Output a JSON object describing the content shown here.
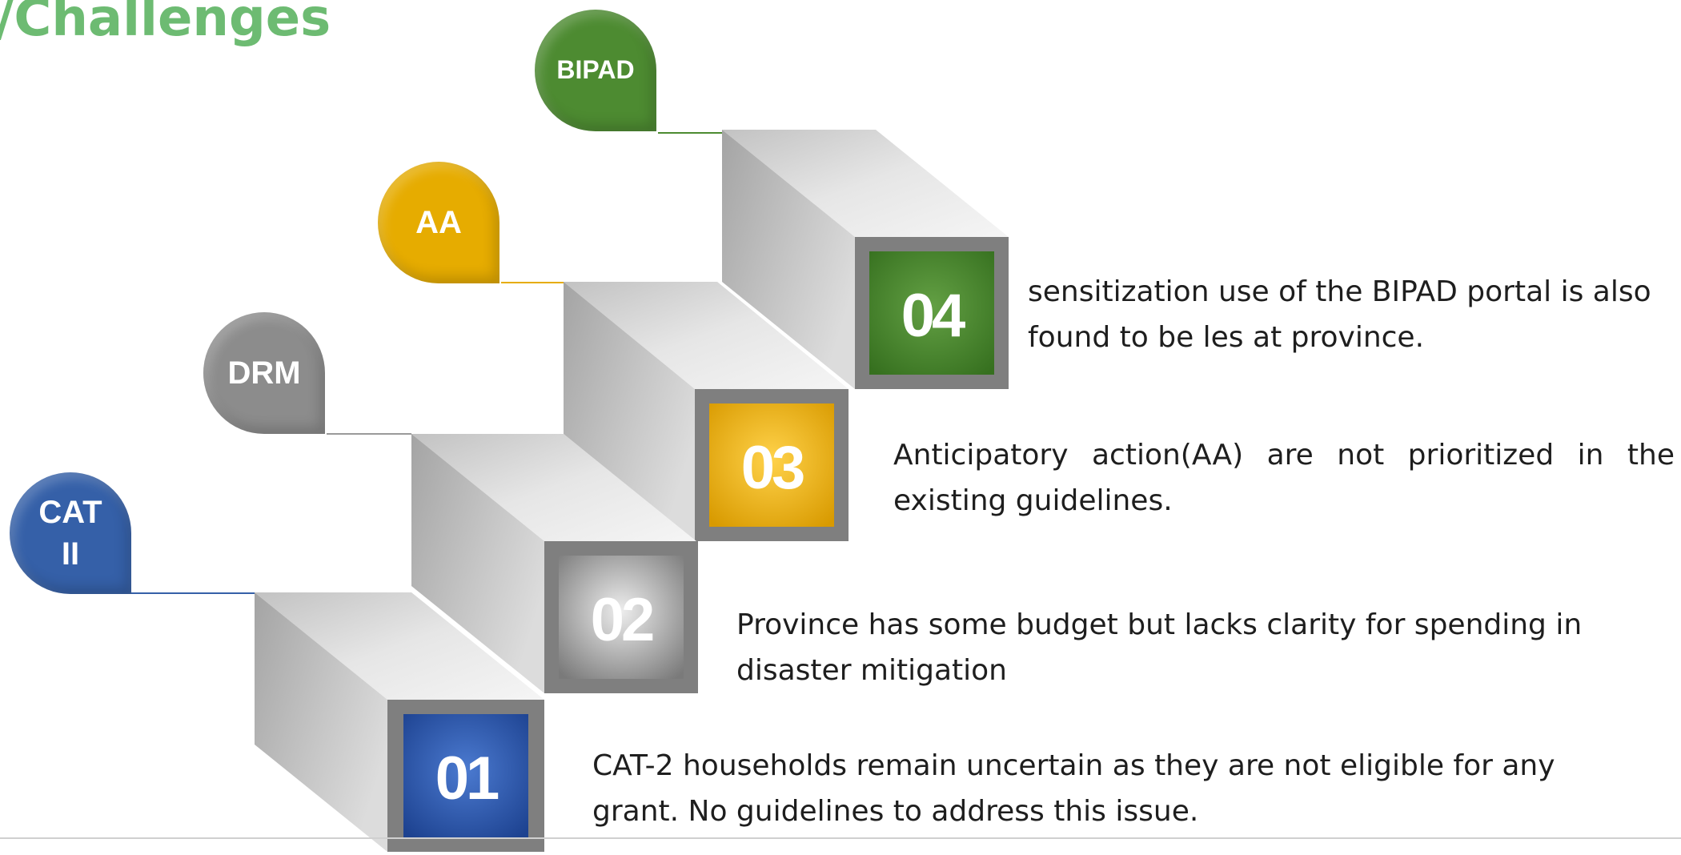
{
  "title": "/Challenges",
  "colors": {
    "title": "#6dbb72",
    "step_01": "#2f5da9",
    "step_02": "#8a8a8a",
    "step_03": "#f0b400",
    "step_04": "#4c8a2f",
    "tag_cat2": "#3560a8",
    "tag_drm": "#8c8c8c",
    "tag_aa": "#e6ac00",
    "tag_bipad": "#4d8b31"
  },
  "steps": [
    {
      "number": "01",
      "tag": "CAT\nII",
      "description": "CAT-2 households remain uncertain as they are not eligible for any grant. No guidelines to address this issue."
    },
    {
      "number": "02",
      "tag": "DRM",
      "description": "Province has some budget but lacks clarity for spending in disaster mitigation"
    },
    {
      "number": "03",
      "tag": "AA",
      "description": "Anticipatory action(AA) are not prioritized in the existing guidelines."
    },
    {
      "number": "04",
      "tag": "BIPAD",
      "description": "sensitization use of the BIPAD portal is also found to be les at province."
    }
  ]
}
